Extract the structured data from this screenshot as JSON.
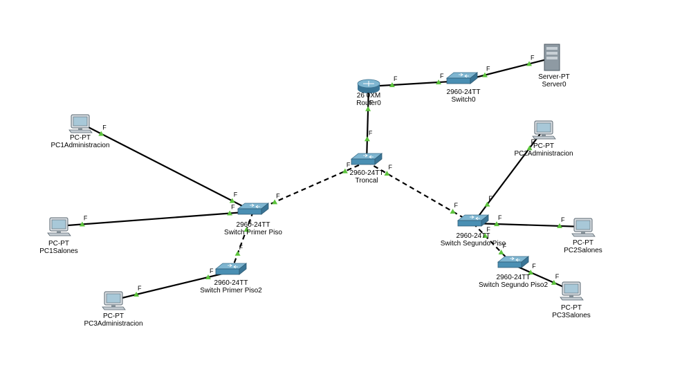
{
  "diagram": {
    "devices": [
      {
        "id": "router0",
        "kind": "router",
        "model": "26 0XM",
        "name": "Router0"
      },
      {
        "id": "switch0",
        "kind": "switch",
        "model": "2960-24TT",
        "name": "Switch0"
      },
      {
        "id": "server0",
        "kind": "server",
        "model": "Server-PT",
        "name": "Server0"
      },
      {
        "id": "troncal",
        "kind": "switch",
        "model": "2960-24TT",
        "name": "Troncal"
      },
      {
        "id": "sw-primer",
        "kind": "switch",
        "model": "2960-24TT",
        "name": "Switch Primer Piso"
      },
      {
        "id": "sw-primer2",
        "kind": "switch",
        "model": "2960-24TT",
        "name": "Switch Primer Piso2"
      },
      {
        "id": "sw-segundo",
        "kind": "switch",
        "model": "2960-24TT",
        "name": "Switch Segundo Piso"
      },
      {
        "id": "sw-segundo2",
        "kind": "switch",
        "model": "2960-24TT",
        "name": "Switch Segundo Piso2"
      },
      {
        "id": "pc1adm",
        "kind": "pc",
        "model": "PC-PT",
        "name": "PC1Administracion"
      },
      {
        "id": "pc1sal",
        "kind": "pc",
        "model": "PC-PT",
        "name": "PC1Salones"
      },
      {
        "id": "pc3adm",
        "kind": "pc",
        "model": "PC-PT",
        "name": "PC3Administracion"
      },
      {
        "id": "pc2adm",
        "kind": "pc",
        "model": "PC-PT",
        "name": "PC2Administracion"
      },
      {
        "id": "pc2sal",
        "kind": "pc",
        "model": "PC-PT",
        "name": "PC2Salones"
      },
      {
        "id": "pc3sal",
        "kind": "pc",
        "model": "PC-PT",
        "name": "PC3Salones"
      }
    ],
    "links": [
      {
        "from": "router0",
        "to": "switch0",
        "style": "straight"
      },
      {
        "from": "switch0",
        "to": "server0",
        "style": "straight"
      },
      {
        "from": "router0",
        "to": "troncal",
        "style": "straight"
      },
      {
        "from": "troncal",
        "to": "sw-primer",
        "style": "crossover"
      },
      {
        "from": "troncal",
        "to": "sw-segundo",
        "style": "crossover"
      },
      {
        "from": "pc1adm",
        "to": "sw-primer",
        "style": "straight"
      },
      {
        "from": "pc1sal",
        "to": "sw-primer",
        "style": "straight"
      },
      {
        "from": "sw-primer",
        "to": "sw-primer2",
        "style": "crossover"
      },
      {
        "from": "pc3adm",
        "to": "sw-primer2",
        "style": "straight"
      },
      {
        "from": "pc2adm",
        "to": "sw-segundo",
        "style": "straight"
      },
      {
        "from": "pc2sal",
        "to": "sw-segundo",
        "style": "straight"
      },
      {
        "from": "sw-segundo",
        "to": "sw-segundo2",
        "style": "crossover"
      },
      {
        "from": "sw-segundo2",
        "to": "pc3sal",
        "style": "straight"
      }
    ],
    "port_letter": "F",
    "colors": {
      "link": "#000000",
      "port_up": "#5cc33c",
      "switch": "#4a8fb3",
      "pc_screen": "#a8c8d8"
    }
  }
}
